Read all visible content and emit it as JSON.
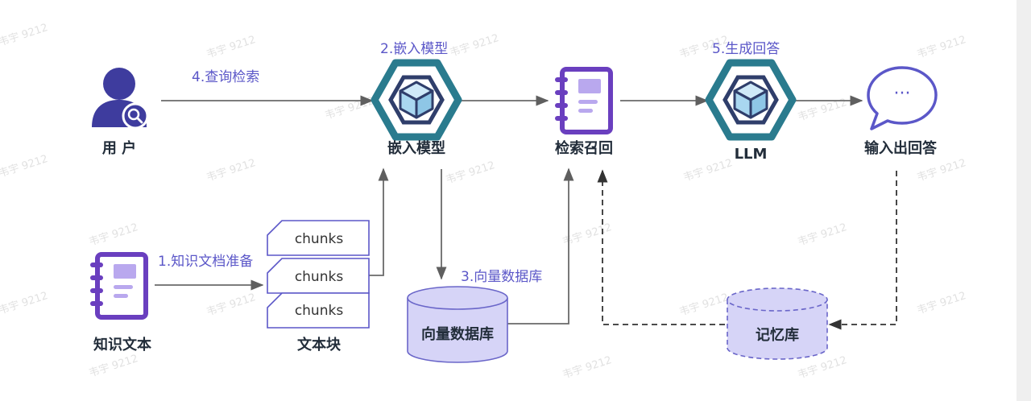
{
  "nodes": {
    "user": "用 户",
    "embed_model": "嵌入模型",
    "retrieval": "检索召回",
    "llm": "LLM",
    "output_answer": "输入出回答",
    "knowledge_text": "知识文本",
    "text_chunks": "文本块",
    "vector_db": "向量数据库",
    "memory_db": "记忆库"
  },
  "steps": {
    "query": "4.查询检索",
    "embed": "2.嵌入模型",
    "generate": "5.生成回答",
    "prepare": "1.知识文档准备",
    "vector_db": "3.向量数据库"
  },
  "chunks": [
    "chunks",
    "chunks",
    "chunks"
  ],
  "chat_bubble_text": "···",
  "watermark": "韦宇 9212",
  "colors": {
    "accent": "#5b57c8",
    "icon_dark": "#2f3e6b",
    "icon_purple": "#6a3fbf",
    "teal": "#2a7b8e",
    "cube": "#a9d7f0",
    "db_fill": "#d6d4f7",
    "arrow": "#666666"
  }
}
